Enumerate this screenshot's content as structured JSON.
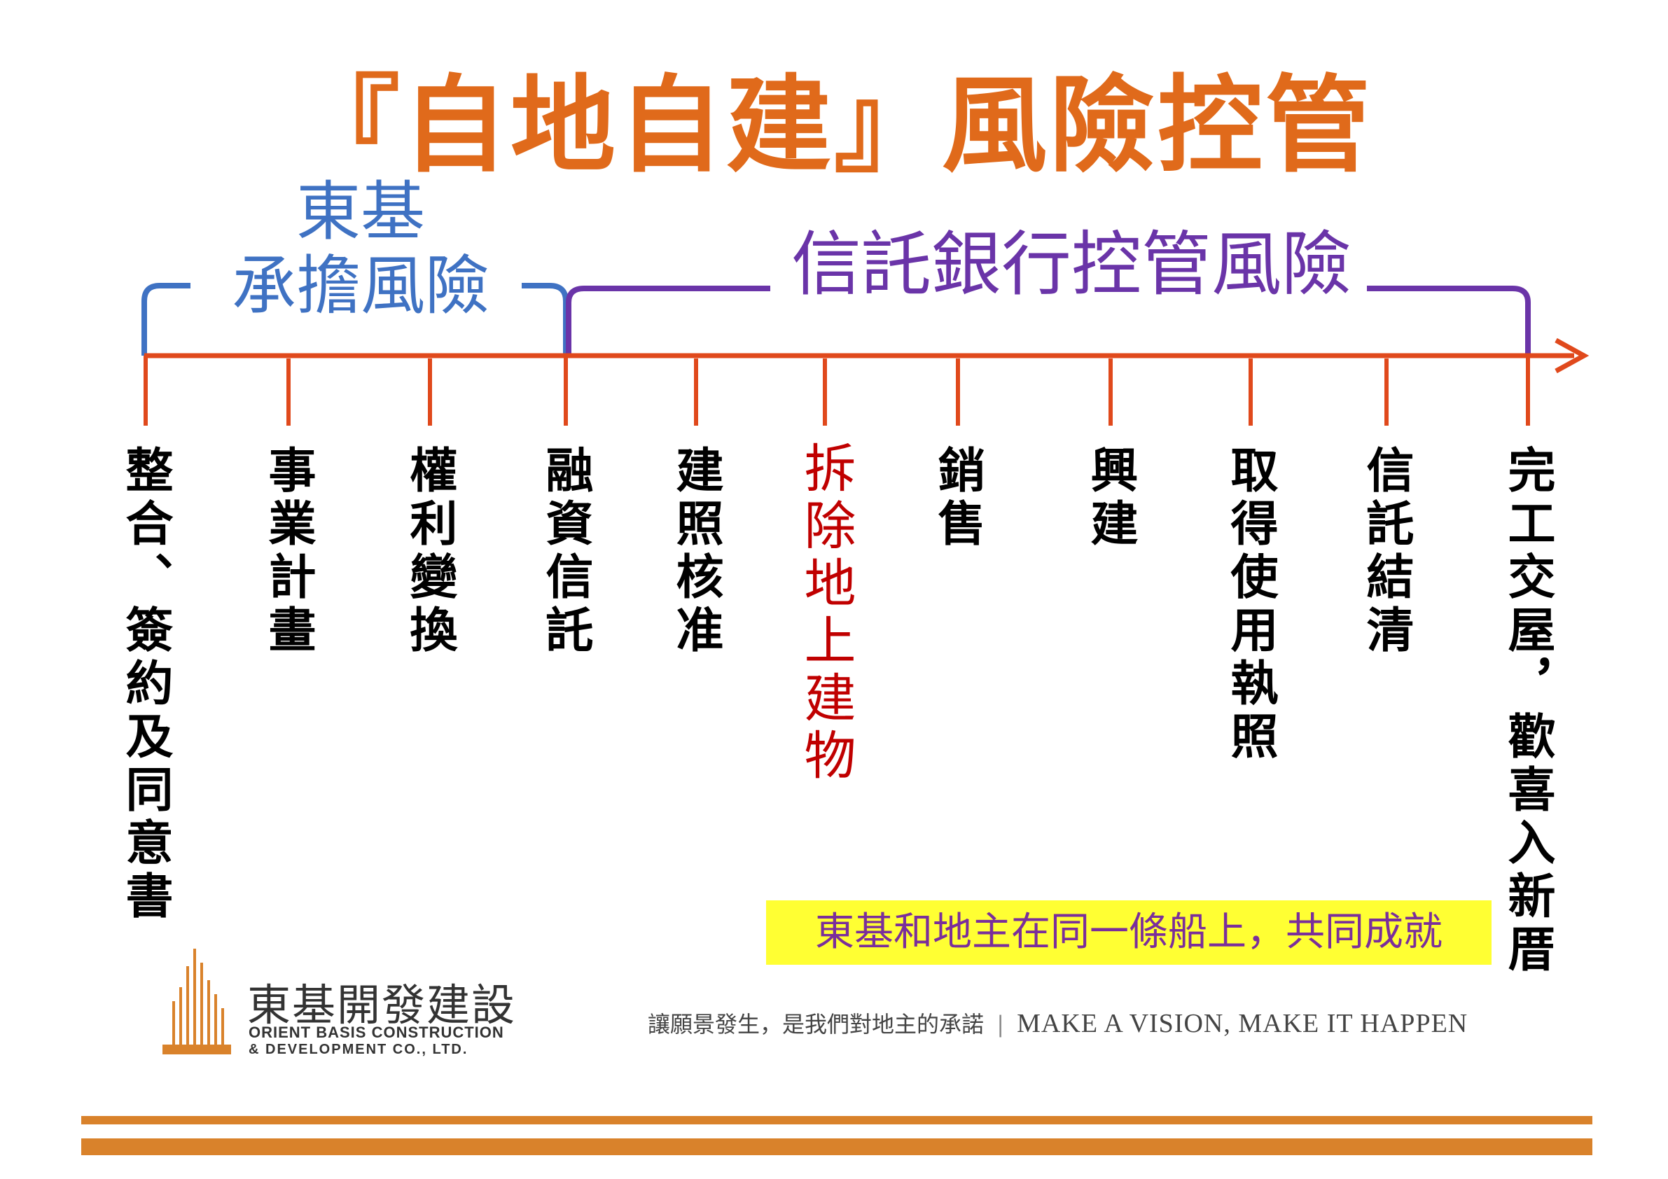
{
  "title": "『自地自建』風險控管",
  "left_bracket": {
    "line1": "東基",
    "line2": "承擔風險"
  },
  "right_bracket": {
    "label": "信託銀行控管風險"
  },
  "stages": [
    {
      "text": "整合、簽約及同意書",
      "highlight": false
    },
    {
      "text": "事業計畫",
      "highlight": false
    },
    {
      "text": "權利變換",
      "highlight": false
    },
    {
      "text": "融資信託",
      "highlight": false
    },
    {
      "text": "建照核准",
      "highlight": false
    },
    {
      "text": "拆除地上建物",
      "highlight": true
    },
    {
      "text": "銷售",
      "highlight": false
    },
    {
      "text": "興建",
      "highlight": false
    },
    {
      "text": "取得使用執照",
      "highlight": false
    },
    {
      "text": "信託結清",
      "highlight": false
    },
    {
      "text": "完工交屋，歡喜入新厝",
      "highlight": false
    }
  ],
  "slogan": "東基和地主在同一條船上，共同成就",
  "company": {
    "name_cn": "東基開發建設",
    "name_en_line1": "ORIENT BASIS CONSTRUCTION",
    "name_en_line2": "& DEVELOPMENT CO., LTD."
  },
  "motto": {
    "cn": "讓願景發生，是我們對地主的承諾",
    "separator": "|",
    "en": "MAKE A VISION, MAKE IT HAPPEN"
  },
  "colors": {
    "title": "#E06A1B",
    "timeline": "#E0491C",
    "left_bracket": "#3F72C3",
    "right_bracket": "#6A34A8",
    "highlight_stage": "#C00000",
    "slogan_bg": "#FFFF33",
    "footer_bar": "#D9822B"
  }
}
